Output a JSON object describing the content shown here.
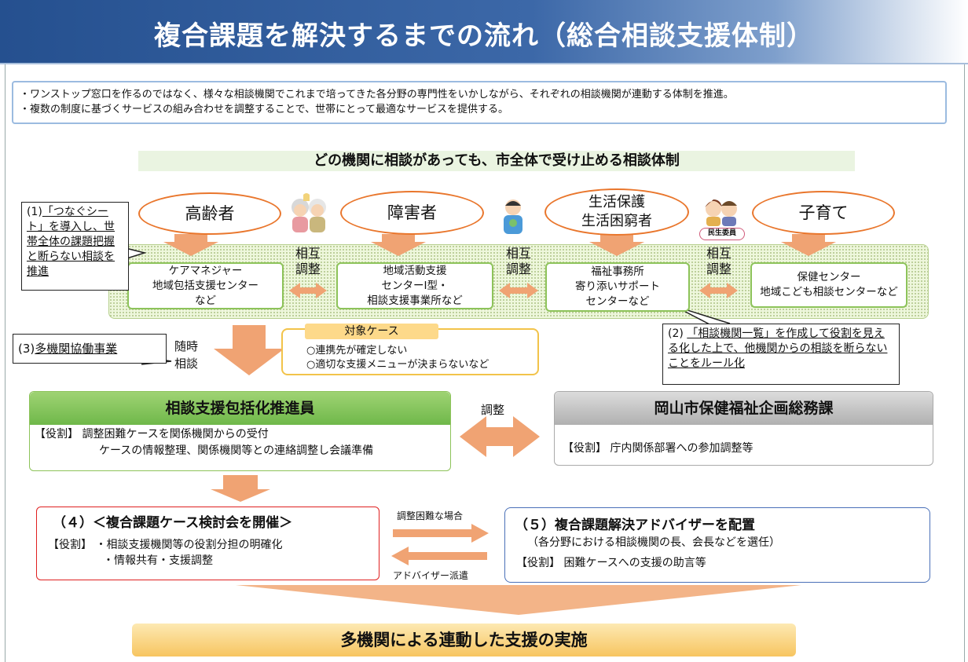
{
  "title": "複合課題を解決するまでの流れ（総合相談支援体制）",
  "intro": {
    "line1": "・ワンストップ窓口を作るのではなく、様々な相談機関でこれまで培ってきた各分野の専門性をいかしながら、それぞれの相談機関が連動する体制を推進。",
    "line2": "・複数の制度に基づくサービスの組み合わせを調整することで、世帯にとって最適なサービスを提供する。"
  },
  "subtitle": "どの機関に相談があっても、市全体で受け止める相談体制",
  "targets": [
    {
      "label": "高齢者"
    },
    {
      "label": "障害者"
    },
    {
      "label_line1": "生活保護",
      "label_line2": "生活困窮者"
    },
    {
      "label": "子育て"
    }
  ],
  "agencies": [
    {
      "l1": "ケアマネジャー",
      "l2": "地域包括支援センター",
      "l3": "など"
    },
    {
      "l1": "地域活動支援",
      "l2": "センターⅠ型・",
      "l3": "相談支援事業所など"
    },
    {
      "l1": "福祉事務所",
      "l2": "寄り添いサポート",
      "l3": "センターなど"
    },
    {
      "l1": "保健センター",
      "l2": "地域こども相談センターなど"
    }
  ],
  "mutual": {
    "l1": "相互",
    "l2": "調整"
  },
  "welfare_volunteer_badge": "民生委員",
  "callout1": {
    "prefix": "(1)",
    "underlined": "「つなぐシート」を導入し、世帯全体の課題把握と断らない相談を推進"
  },
  "callout2": {
    "prefix": "(2) ",
    "underlined": "「相談機関一覧」を作成して役割を見える化した上で、他機関からの相談を断らないことをルール化"
  },
  "callout3": {
    "prefix": "(3)",
    "underlined": "多機関協働事業"
  },
  "as_needed": {
    "l1": "随時",
    "l2": "相談"
  },
  "target_cases": {
    "title": "対象ケース",
    "items": [
      "○連携先が確定しない",
      "○適切な支援メニューが決まらないなど"
    ]
  },
  "promoter": {
    "header": "相談支援包括化推進員",
    "role_l1": "【役割】 調整困難ケースを関係機関からの受付",
    "role_l2": "ケースの情報整理、関係機関等との連絡調整し会議準備"
  },
  "coordination_label": "調整",
  "city_dept": {
    "header": "岡山市保健福祉企画総務課",
    "role": "【役割】 庁内関係部署への参加調整等"
  },
  "meeting": {
    "header": "（４）＜複合課題ケース検討会を開催＞",
    "role_l1": "【役割】 ・相談支援機関等の役割分担の明確化",
    "role_l2": "・情報共有・支援調整"
  },
  "difficult_case_label": "調整困難な場合",
  "advisor_dispatch_label": "アドバイザー派遣",
  "advisor": {
    "header": "（５）複合課題解決アドバイザーを配置",
    "sub": "（各分野における相談機関の長、会長などを選任）",
    "role": "【役割】 困難ケースへの支援の助言等"
  },
  "final": "多機関による連動した支援の実施",
  "colors": {
    "title_bg": "#25508f",
    "orange_arrow": "#f0a373",
    "ellipse_border": "#e9762c",
    "green": "#8dc35a",
    "red": "#e02020",
    "blue": "#4a70b8",
    "gold": "#f7c560"
  }
}
